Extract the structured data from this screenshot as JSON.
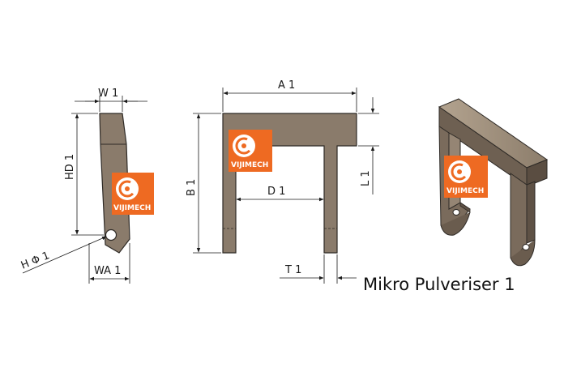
{
  "caption": "Mikro Pulveriser 1",
  "brand": {
    "name": "VIJIMECH",
    "color": "#ee6a22"
  },
  "colors": {
    "part_fill": "#8a7b6b",
    "part_dark": "#5e5145",
    "part_light": "#a89886",
    "outline": "#2e2a26"
  },
  "dimensions": {
    "w1": "W 1",
    "hd1": "HD 1",
    "h_phi1": "H Φ 1",
    "wa1": "WA 1",
    "a1": "A 1",
    "b1": "B 1",
    "d1": "D 1",
    "l1": "L 1",
    "t1": "T 1"
  }
}
